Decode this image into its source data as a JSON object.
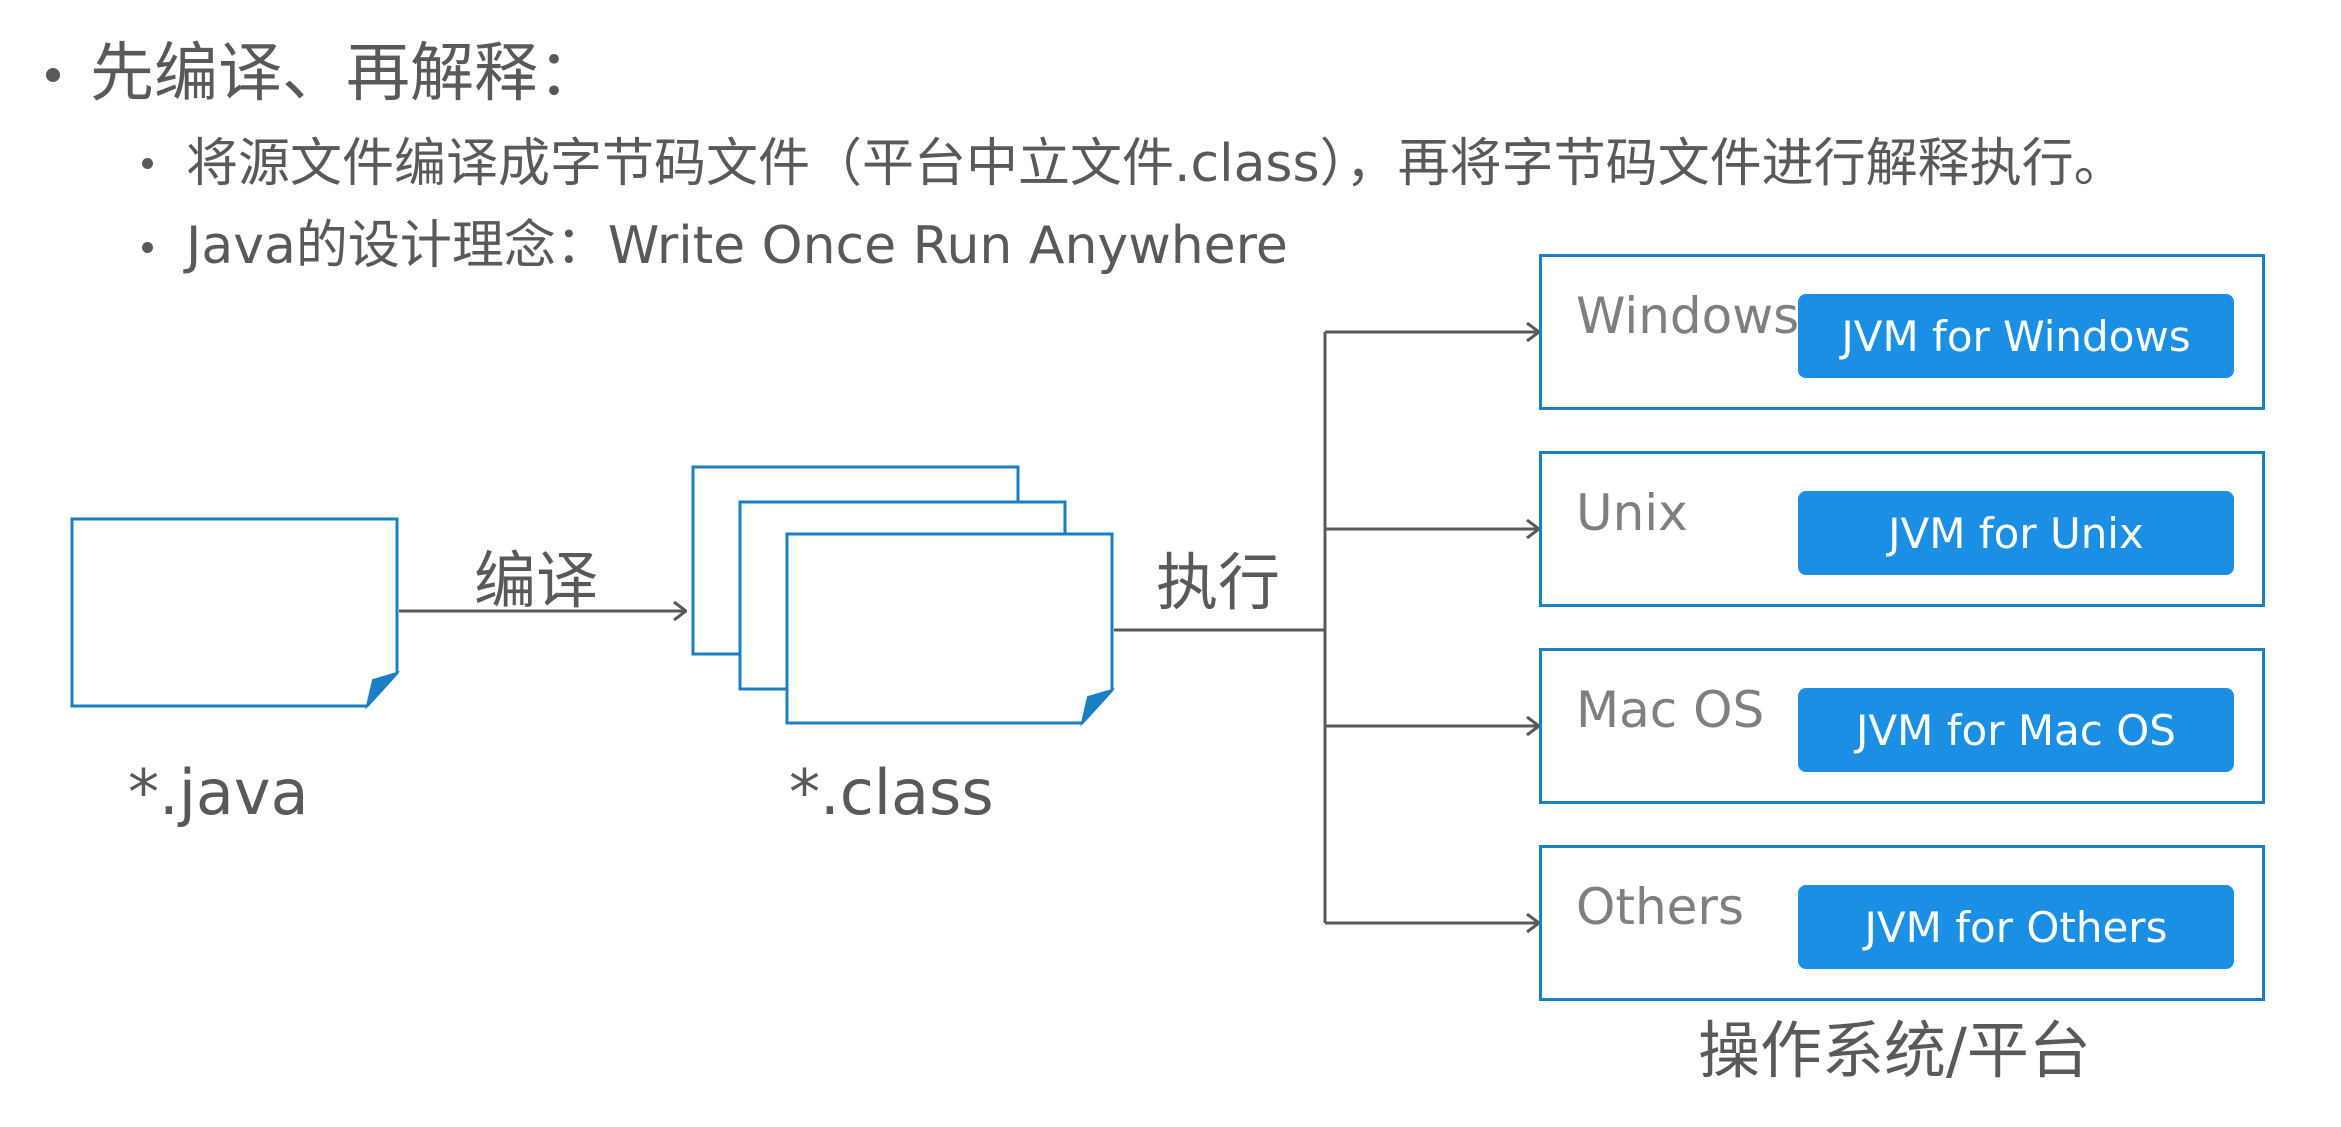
{
  "bullets": {
    "level1": "先编译、再解释：",
    "level2": [
      "将源文件编译成字节码文件（平台中立文件.class），再将字节码文件进行解释执行。",
      "Java的设计理念：Write Once Run Anywhere"
    ]
  },
  "diagram": {
    "source_label": "*.java",
    "compile_label": "编译",
    "class_label": "*.class",
    "execute_label": "执行",
    "platforms_caption": "操作系统/平台",
    "platforms": [
      {
        "name": "Windows",
        "jvm": "JVM for Windows"
      },
      {
        "name": "Unix",
        "jvm": "JVM for Unix"
      },
      {
        "name": "Mac OS",
        "jvm": "JVM for Mac OS"
      },
      {
        "name": "Others",
        "jvm": "JVM for Others"
      }
    ]
  },
  "colors": {
    "border_blue": "#1b7fc4",
    "button_blue": "#1b8fe3",
    "arrow_gray": "#595959",
    "text_gray": "#595959"
  }
}
